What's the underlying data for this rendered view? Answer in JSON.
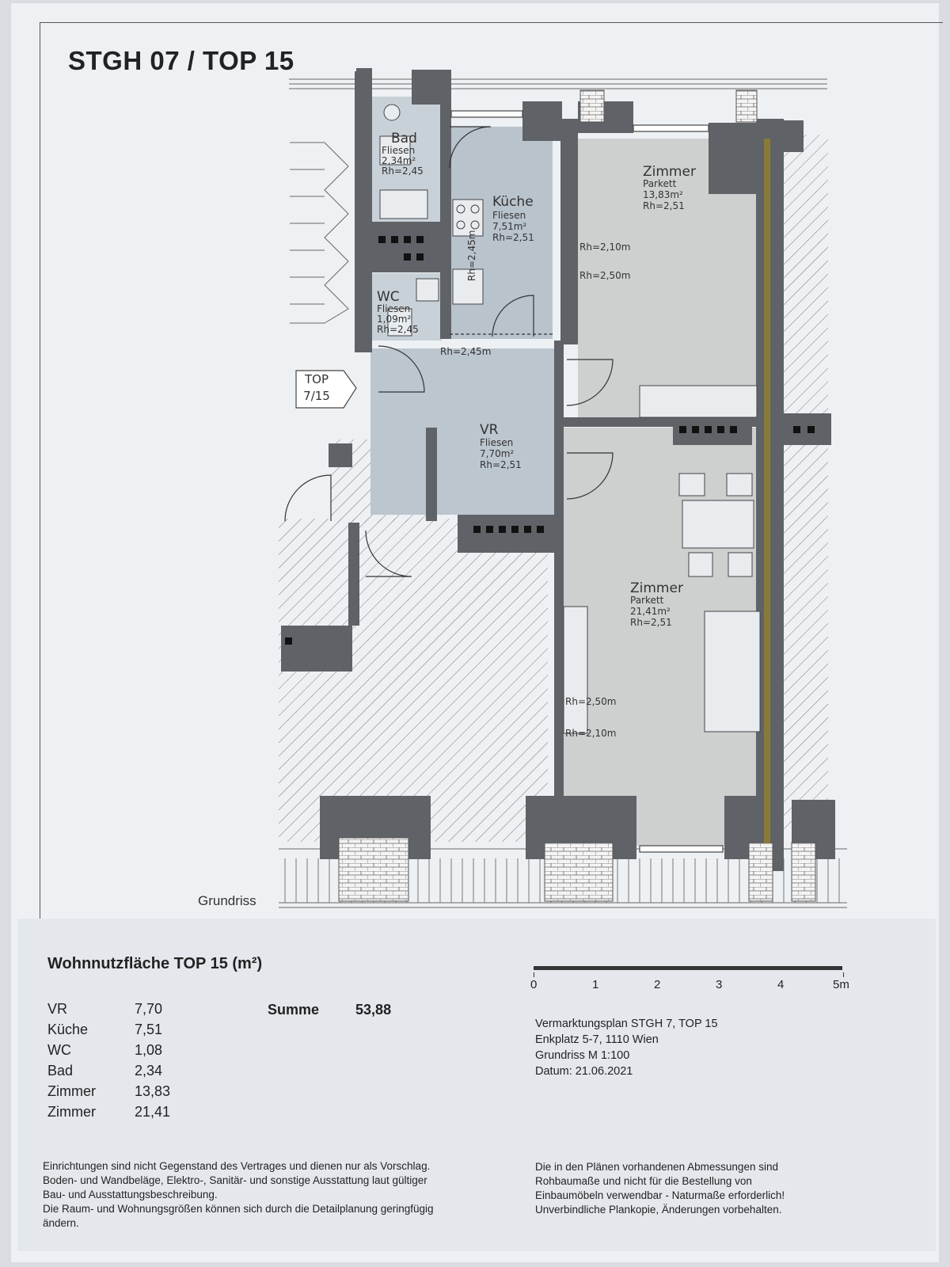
{
  "title": "STGH 07 / TOP 15",
  "entrance_label": [
    "TOP",
    "7/15"
  ],
  "rooms": {
    "bad": {
      "name": "Bad",
      "floor": "Fliesen",
      "area": "2,34m²",
      "height": "Rh=2,45"
    },
    "kueche": {
      "name": "Küche",
      "floor": "Fliesen",
      "area": "7,51m²",
      "height": "Rh=2,51"
    },
    "wc": {
      "name": "WC",
      "floor": "Fliesen",
      "area": "1,09m²",
      "height": "Rh=2,45"
    },
    "vr": {
      "name": "VR",
      "floor": "Fliesen",
      "area": "7,70m²",
      "height": "Rh=2,51"
    },
    "zimmer1": {
      "name": "Zimmer",
      "floor": "Parkett",
      "area": "13,83m²",
      "height": "Rh=2,51"
    },
    "zimmer2": {
      "name": "Zimmer",
      "floor": "Parkett",
      "area": "21,41m²",
      "height": "Rh=2,51"
    }
  },
  "height_marks": {
    "kueche_rh": "Rh=2,45m",
    "vr_rh": "Rh=2,45m",
    "z1_rh1": "Rh=2,10m",
    "z1_rh2": "Rh=2,50m",
    "z2_rh1": "Rh=2,50m",
    "z2_rh2": "Rh=2,10m"
  },
  "grundriss_label": "Grundriss",
  "area_table": {
    "title": "Wohnnutzfläche TOP 15 (m²)",
    "rows": [
      {
        "name": "VR",
        "value": "7,70"
      },
      {
        "name": "Küche",
        "value": "7,51"
      },
      {
        "name": "WC",
        "value": "1,08"
      },
      {
        "name": "Bad",
        "value": "2,34"
      },
      {
        "name": "Zimmer",
        "value": "13,83"
      },
      {
        "name": "Zimmer",
        "value": "21,41"
      }
    ],
    "summe_label": "Summe",
    "summe_value": "53,88"
  },
  "scale_bar": {
    "labels": [
      "0",
      "1",
      "2",
      "3",
      "4",
      "5m"
    ]
  },
  "meta": {
    "line1": "Vermarktungsplan STGH 7, TOP 15",
    "line2": "Enkplatz 5-7, 1110 Wien",
    "line3": "Grundriss M 1:100",
    "line4": "Datum: 21.06.2021"
  },
  "notes_left": [
    "Einrichtungen sind nicht Gegenstand des Vertrages und dienen nur als Vorschlag.",
    "Boden- und Wandbeläge, Elektro-, Sanitär- und sonstige Ausstattung laut gültiger",
    "Bau- und Ausstattungsbeschreibung.",
    "Die Raum- und Wohnungsgrößen können sich durch die Detailplanung geringfügig",
    "ändern."
  ],
  "notes_right": [
    "Die in den Plänen vorhandenen Abmessungen sind",
    "Rohbaumaße und nicht für die Bestellung von",
    "Einbaumöbeln verwendbar - Naturmaße erforderlich!",
    "Unverbindliche Plankopie, Änderungen vorbehalten."
  ]
}
